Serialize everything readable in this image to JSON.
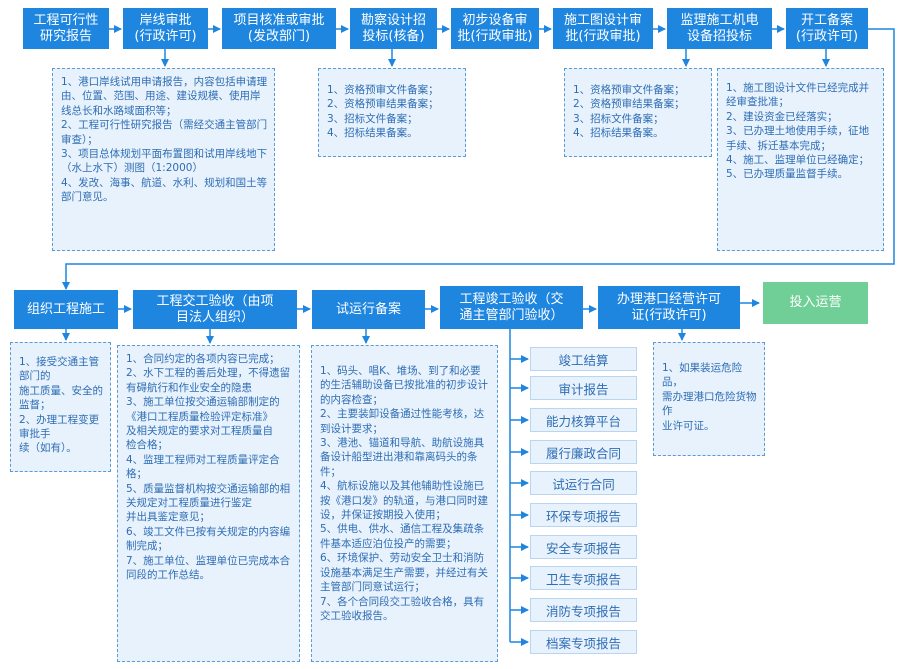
{
  "row1": [
    {
      "label": "工程可行性\n研究报告"
    },
    {
      "label": "岸线审批\n(行政许可)"
    },
    {
      "label": "项目核准或审批\n(发改部门)"
    },
    {
      "label": "勘察设计招\n投标(核备)"
    },
    {
      "label": "初步设备审\n批(行政审批)"
    },
    {
      "label": "施工图设计审\n批(行政审批)"
    },
    {
      "label": "监理施工机电\n设备招投标"
    },
    {
      "label": "开工备案\n(行政许可)"
    }
  ],
  "row2": [
    {
      "label": "组织工程施工"
    },
    {
      "label": "工程交工验收（由项\n目法人组织）"
    },
    {
      "label": "试运行备案"
    },
    {
      "label": "工程竣工验收（交\n通主管部门验收）"
    },
    {
      "label": "办理港口经营许可\n证(行政许可)"
    },
    {
      "label": "投入运营"
    }
  ],
  "notes": {
    "shoreline": "1、港口岸线试用申请报告，内容包括申请理由、位置、范围、用途、建设规模、使用岸线总长和水路域面积等；\n2、工程可行性研究报告（需经交通主管部门审查）；\n3、项目总体规划平面布置图和试用岸线地下（水上水下）测图（1:2000）\n4、发改、海事、航道、水利、规划和国土等部门意见。",
    "survey": "1、资格预审文件备案；\n2、资格预审结果备案；\n3、招标文件备案；\n4、招标结果备案。",
    "supervision": "1、资格预审文件备案；\n2、资格预审结果备案；\n3、招标文件备案；\n4、招标结果备案。",
    "start": "1、施工图设计文件已经完成并\n经审查批准；\n2、建设资金已经落实；\n3、已办理土地使用手续，征地\n手续、拆迁基本完成；\n4、施工、监理单位已经确定；\n5、已办理质量监督手续。",
    "construction": "1、接受交通主管部门的\n施工质量、安全的监督；\n2、办理工程变更审批手\n续（如有）。",
    "handover": "1、合同约定的各项内容已完成；\n2、水下工程的善后处理，不得遗留有碍航行和作业安全的隐患\n3、施工单位按交通运输部制定的《港口工程质量检验评定标准》\n及相关规定的要求对工程质量自\n检合格；\n4、监理工程师对工程质量评定合格；\n5、质量监督机构按交通运输部的相关规定对工程质量进行鉴定\n并出具鉴定意见；\n6、竣工文件已按有关规定的内容编制完成；\n7、施工单位、监理单位已完成本合同段的工作总结。",
    "trial": "1、码头、唱K、堆场、到了和必要的生活辅助设备已按批准的初步设计的内容检查；\n2、主要装卸设备通过性能考核，达到设计要求；\n3、港池、锚道和导航、助航设施具备设计船型进出港和靠离码头的条件；\n4、航标设施以及其他辅助性设施已按《港口发》的轨道，与港口同时建设，并保证按期投入使用；\n5、供电、供水、通信工程及集疏条件基本适应泊位投产的需要；\n6、环境保护、劳动安全卫士和消防设施基本满足生产需要，并经过有关主管部门同意试运行；\n7、各个合同段交工验收合格，具有交工验收报告。",
    "license": "1、如果装运危险品，\n需办理港口危险货物作\n业许可证。"
  },
  "reports": [
    "竣工结算",
    "审计报告",
    "能力核算平台",
    "履行廉政合同",
    "试运行合同",
    "环保专项报告",
    "安全专项报告",
    "卫生专项报告",
    "消防专项报告",
    "档案专项报告"
  ],
  "colors": {
    "box": "#1f86e0",
    "final": "#6fcf97",
    "note_bg": "#e8f2fd",
    "note_text": "#2e6db4",
    "connector": "#1f86e0"
  }
}
